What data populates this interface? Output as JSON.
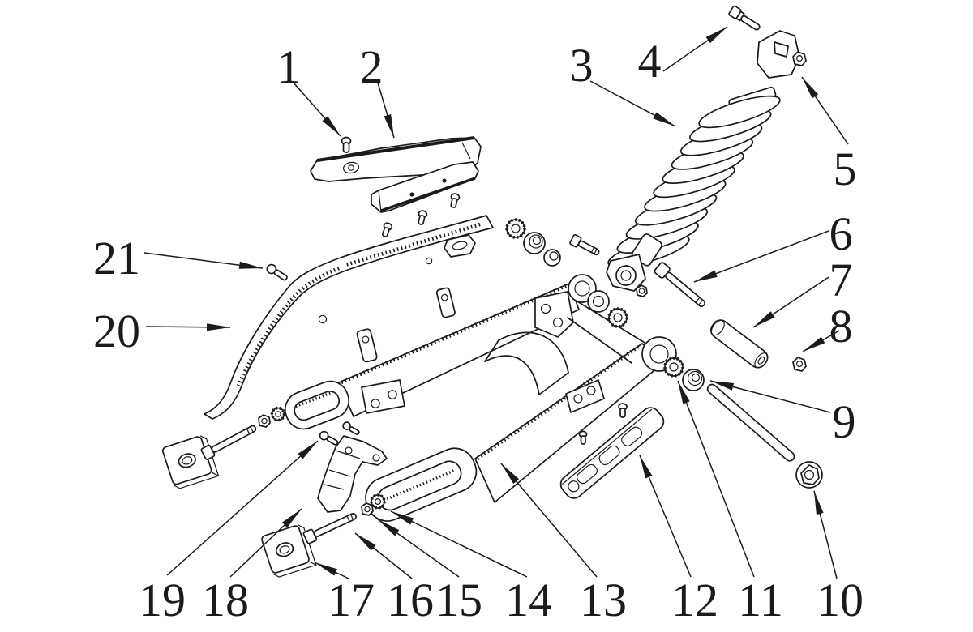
{
  "figure": {
    "background": "#ffffff",
    "line_color": "#1b1b1b"
  },
  "callouts": [
    {
      "label": "1"
    },
    {
      "label": "2"
    },
    {
      "label": "3"
    },
    {
      "label": "4"
    },
    {
      "label": "5"
    },
    {
      "label": "6"
    },
    {
      "label": "7"
    },
    {
      "label": "8"
    },
    {
      "label": "9"
    },
    {
      "label": "10"
    },
    {
      "label": "11"
    },
    {
      "label": "12"
    },
    {
      "label": "13"
    },
    {
      "label": "14"
    },
    {
      "label": "15"
    },
    {
      "label": "16"
    },
    {
      "label": "17"
    },
    {
      "label": "18"
    },
    {
      "label": "19"
    },
    {
      "label": "20"
    },
    {
      "label": "21"
    }
  ]
}
